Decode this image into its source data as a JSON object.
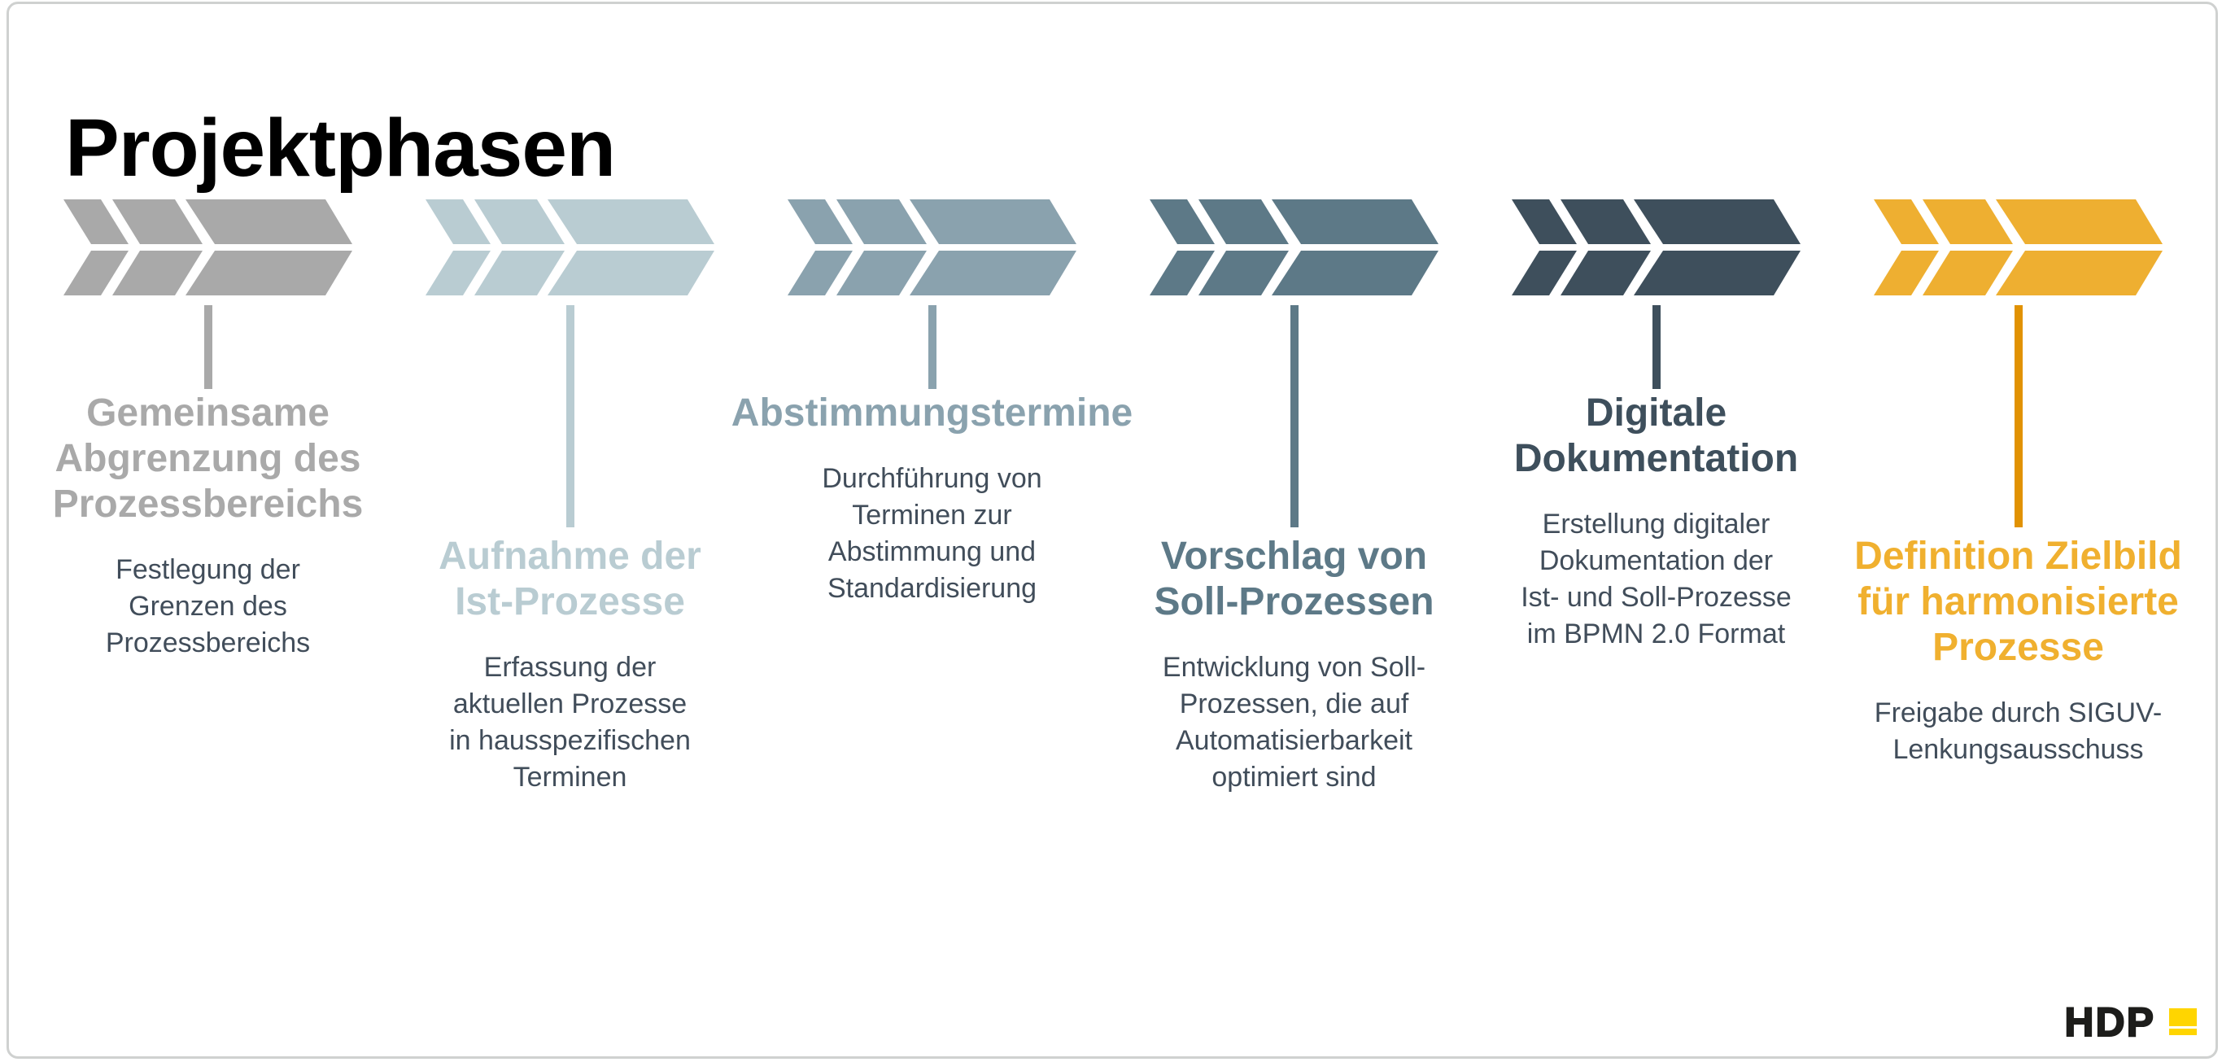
{
  "slide": {
    "title": "Projektphasen"
  },
  "colors": {
    "body_text": "#414d5a",
    "border": "#cfd1d0"
  },
  "logo": {
    "text": "HDP",
    "text_color": "#1d1d1b",
    "accent_color": "#ffd500"
  },
  "phases": [
    {
      "position": "high",
      "chevron_color": "#a9a9a9",
      "line_color": "#a9a9a9",
      "heading_color": "#a9a9a9",
      "heading": "Gemeinsame\nAbgrenzung des\nProzessbereichs",
      "description": "Festlegung der\nGrenzen des\nProzessbereichs"
    },
    {
      "position": "low",
      "chevron_color": "#b9ccd2",
      "line_color": "#b9ccd2",
      "heading_color": "#b9ccd2",
      "heading": "Aufnahme der\nIst-Prozesse",
      "description": "Erfassung der\naktuellen Prozesse\nin hausspezifischen\nTerminen"
    },
    {
      "position": "high",
      "chevron_color": "#8aa2ae",
      "line_color": "#8aa2ae",
      "heading_color": "#8aa2ae",
      "heading": "Abstimmungstermine",
      "description": "Durchführung von\nTerminen zur\nAbstimmung und\nStandardisierung"
    },
    {
      "position": "low",
      "chevron_color": "#5d7987",
      "line_color": "#5d7987",
      "heading_color": "#5d7987",
      "heading": "Vorschlag von\nSoll-Prozessen",
      "description": "Entwicklung von Soll-\nProzessen, die auf\nAutomatisierbarkeit\noptimiert sind"
    },
    {
      "position": "high",
      "chevron_color": "#3e4f5c",
      "line_color": "#3e4f5c",
      "heading_color": "#3e4f5c",
      "heading": "Digitale\nDokumentation",
      "description": "Erstellung digitaler\nDokumentation der\nIst- und Soll-Prozesse\nim BPMN 2.0 Format"
    },
    {
      "position": "low",
      "chevron_color": "#eeaf31",
      "line_color": "#e19202",
      "heading_color": "#f0b02f",
      "heading": "Definition Zielbild\nfür harmonisierte\nProzesse",
      "description": "Freigabe durch SIGUV-\nLenkungsausschuss"
    }
  ]
}
